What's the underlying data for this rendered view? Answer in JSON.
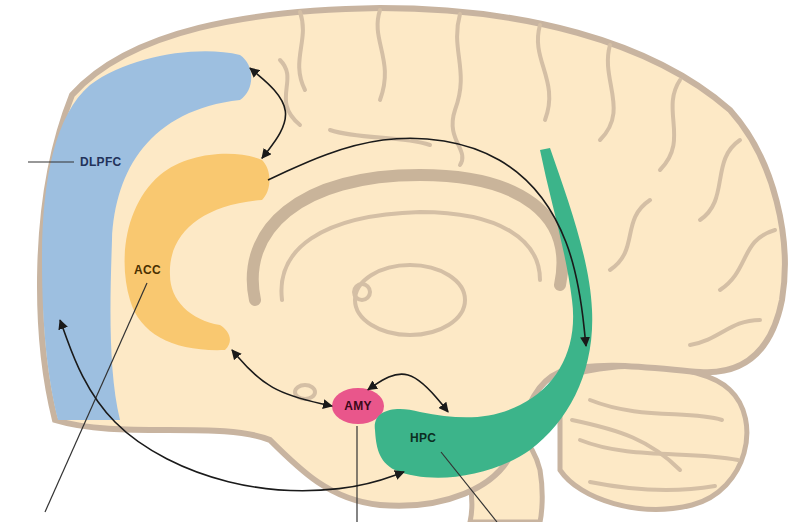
{
  "diagram": {
    "nodes": [
      {
        "text": [
          "DLPFC"
        ]
      },
      {
        "text": [
          "ACC"
        ]
      },
      {
        "text": [
          "AMY"
        ]
      },
      {
        "text": [
          "HPC"
        ]
      }
    ],
    "edges": [
      {
        "from": 0,
        "to": 1,
        "arrow": "both"
      },
      {
        "from": 1,
        "to": 3,
        "arrow": "to"
      },
      {
        "from": 1,
        "to": 2,
        "arrow": "both"
      },
      {
        "from": 2,
        "to": 3,
        "arrow": "both"
      },
      {
        "from": 0,
        "to": 3,
        "arrow": "both"
      }
    ]
  }
}
